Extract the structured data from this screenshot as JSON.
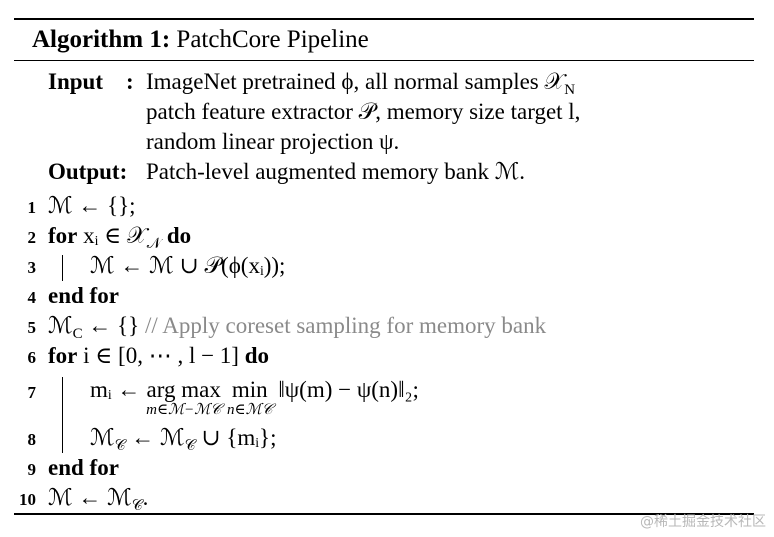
{
  "title": {
    "label": "Algorithm 1:",
    "name": "PatchCore Pipeline"
  },
  "input": {
    "key": "Input",
    "sep": ":",
    "lines": [
      "ImageNet pretrained ϕ, all normal samples 𝒳",
      "patch feature extractor 𝒫, memory size target l,",
      "random linear projection ψ."
    ],
    "sub_n": "N"
  },
  "output": {
    "key": "Output:",
    "value": "Patch-level augmented memory bank ℳ."
  },
  "steps": [
    {
      "n": "1",
      "text": "ℳ ← {};"
    },
    {
      "n": "2",
      "kw1": "for",
      "text": "xᵢ ∈ 𝒳",
      "sub": "𝒩",
      "kw2": "do"
    },
    {
      "n": "3",
      "text": "ℳ ← ℳ ∪ 𝒫(ϕ(xᵢ));"
    },
    {
      "n": "4",
      "kw1": "end for"
    },
    {
      "n": "5",
      "text": "ℳ",
      "sub": "C",
      "text2": " ← {} ",
      "comment": "// Apply coreset sampling for memory bank"
    },
    {
      "n": "6",
      "kw1": "for",
      "text": "i ∈ [0, ⋯ , l − 1]",
      "kw2": "do"
    },
    {
      "n": "7",
      "pre": "mᵢ ← ",
      "argmax": "arg max",
      "argmax_under": "m∈ℳ−ℳ𝒞",
      "min": "min",
      "min_under": "n∈ℳ𝒞",
      "post": " ‖ψ(m) − ψ(n)‖₂;"
    },
    {
      "n": "8",
      "text": "ℳ",
      "sub": "𝒞",
      "text2": " ← ℳ",
      "sub2": "𝒞",
      "text3": " ∪ {mᵢ};"
    },
    {
      "n": "9",
      "kw1": "end for"
    },
    {
      "n": "10",
      "text": "ℳ ← ℳ",
      "sub": "𝒞",
      "text2": "."
    }
  ],
  "watermark": "@稀土掘金技术社区"
}
